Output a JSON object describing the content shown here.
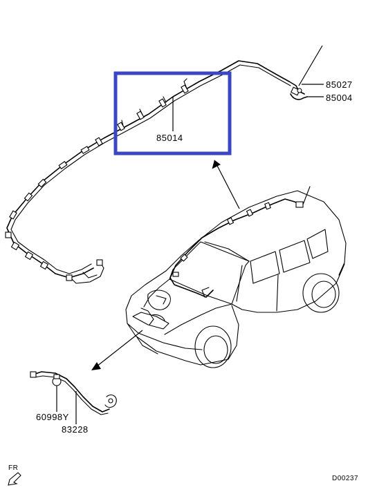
{
  "labels": {
    "part_85027": "85027",
    "part_85004": "85004",
    "part_85014": "85014",
    "part_60998Y": "60998Y",
    "part_83228": "83228",
    "front_marker": "FR",
    "diagram_code": "D00237"
  },
  "colors": {
    "highlight_box": "#3b46c4",
    "line": "#000000",
    "background": "#ffffff"
  },
  "icons": {
    "front_arrow": "front-arrow-icon"
  }
}
